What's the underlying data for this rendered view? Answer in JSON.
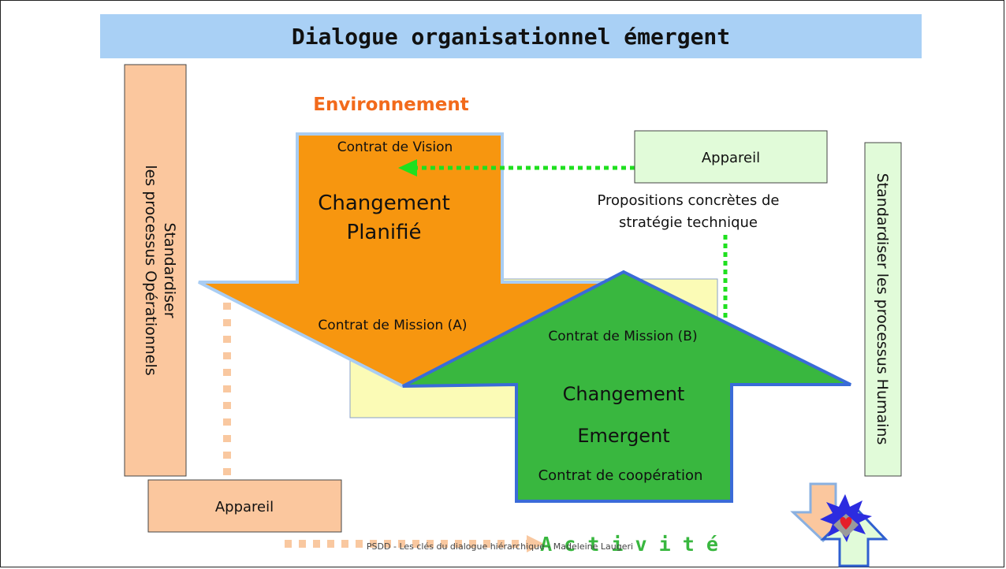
{
  "title": "Dialogue organisationnel émergent",
  "environment_label": "Environnement",
  "left_bar": {
    "line1": "Standardiser",
    "line2": "les processus Opérationnels"
  },
  "right_bar": {
    "text": "Standardiser les processus Humains"
  },
  "down_arrow": {
    "top": "Contrat de Vision",
    "main1": "Changement",
    "main2": "Planifié",
    "bottom": "Contrat de Mission (A)"
  },
  "up_arrow": {
    "top": "Contrat de Mission (B)",
    "main1": "Changement",
    "main2": "Emergent",
    "bottom": "Contrat de coopération"
  },
  "appareil_top": "Appareil",
  "appareil_bottom": "Appareil",
  "propositions": {
    "line1": "Propositions concrètes de",
    "line2": "stratégie technique"
  },
  "footer": "PSDD - Les clés du dialogue hiérarchique - Madeleine Laugeri",
  "activite": "A c t i v i t é",
  "colors": {
    "title_bg": "#a9d0f5",
    "orange": "#f7960f",
    "green": "#39b73f",
    "peach": "#fbc79e",
    "light_green": "#e1fbd9",
    "yellow": "#fbfbb6",
    "dotted_green": "#1fe01f",
    "dotted_peach": "#f9c8a0",
    "env_text": "#f26a1b"
  }
}
